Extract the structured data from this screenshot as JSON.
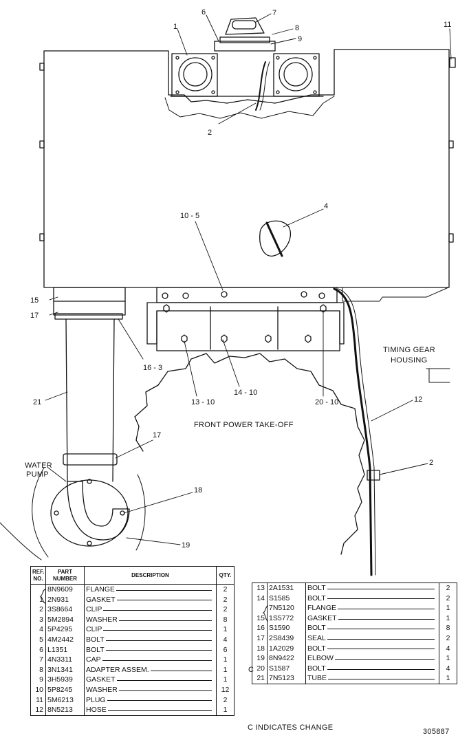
{
  "callouts": {
    "n1": "1",
    "n2_top": "2",
    "n4": "4",
    "n6": "6",
    "n7": "7",
    "n8": "8",
    "n9": "9",
    "n11": "11",
    "n10_5": "10 - 5",
    "n15": "15",
    "n17_left": "17",
    "n16_3": "16 - 3",
    "n21": "21",
    "n13_10": "13 - 10",
    "n14_10": "14 - 10",
    "n20_10": "20 - 10",
    "n12": "12",
    "n2_right": "2",
    "n17_pipe": "17",
    "n18": "18",
    "n19": "19"
  },
  "labels": {
    "timing_gear_1": "TIMING GEAR",
    "timing_gear_2": "HOUSING",
    "front_pto": "FRONT POWER TAKE-OFF",
    "water_pump_1": "WATER",
    "water_pump_2": "PUMP"
  },
  "table_left": {
    "headers": {
      "ref_1": "REF.",
      "ref_2": "NO.",
      "part_1": "PART",
      "part_2": "NUMBER",
      "desc": "DESCRIPTION",
      "qty": "QTY."
    },
    "rows": [
      {
        "ref": "",
        "part": "8N9609",
        "desc": "FLANGE",
        "qty": "2"
      },
      {
        "ref": "1",
        "part": "2N931",
        "desc": "GASKET",
        "qty": "2"
      },
      {
        "ref": "2",
        "part": "3S8664",
        "desc": "CLIP",
        "qty": "2"
      },
      {
        "ref": "3",
        "part": "5M2894",
        "desc": "WASHER",
        "qty": "8"
      },
      {
        "ref": "4",
        "part": "5P4295",
        "desc": "CLIP",
        "qty": "1"
      },
      {
        "ref": "5",
        "part": "4M2442",
        "desc": "BOLT",
        "qty": "4"
      },
      {
        "ref": "6",
        "part": "L1351",
        "desc": "BOLT",
        "qty": "6"
      },
      {
        "ref": "7",
        "part": "4N3311",
        "desc": "CAP",
        "qty": "1"
      },
      {
        "ref": "8",
        "part": "3N1341",
        "desc": "ADAPTER ASSEM.",
        "qty": "1"
      },
      {
        "ref": "9",
        "part": "3H5939",
        "desc": "GASKET",
        "qty": "1"
      },
      {
        "ref": "10",
        "part": "5P8245",
        "desc": "WASHER",
        "qty": "12"
      },
      {
        "ref": "11",
        "part": "5M6213",
        "desc": "PLUG",
        "qty": "2"
      },
      {
        "ref": "12",
        "part": "8N5213",
        "desc": "HOSE",
        "qty": "1"
      }
    ]
  },
  "table_right": {
    "rows": [
      {
        "ref": "13",
        "part": "2A1531",
        "desc": "BOLT",
        "qty": "2"
      },
      {
        "ref": "14",
        "part": "S1585",
        "desc": "BOLT",
        "qty": "2"
      },
      {
        "ref": "",
        "part": "7N5120",
        "desc": "FLANGE",
        "qty": "1"
      },
      {
        "ref": "15",
        "part": "1S5772",
        "desc": "GASKET",
        "qty": "1"
      },
      {
        "ref": "16",
        "part": "S1590",
        "desc": "BOLT",
        "qty": "8"
      },
      {
        "ref": "17",
        "part": "2S8439",
        "desc": "SEAL",
        "qty": "2"
      },
      {
        "ref": "18",
        "part": "1A2029",
        "desc": "BOLT",
        "qty": "4"
      },
      {
        "ref": "19",
        "part": "8N9422",
        "desc": "ELBOW",
        "qty": "1"
      },
      {
        "ref": "20",
        "part": "S1587",
        "desc": "BOLT",
        "qty": "4"
      },
      {
        "ref": "21",
        "part": "7N5123",
        "desc": "TUBE",
        "qty": "1"
      }
    ],
    "change_mark": "C"
  },
  "notes": {
    "change": "C  INDICATES CHANGE",
    "figure": "305887"
  }
}
